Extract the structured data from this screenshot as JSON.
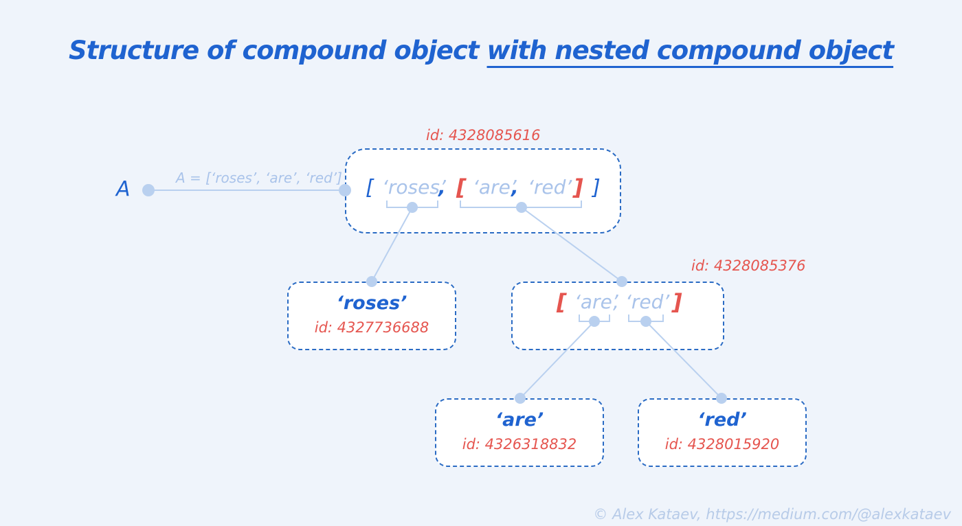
{
  "title": {
    "part1": "Structure of compound object ",
    "part2": "with nested compound object"
  },
  "variable": {
    "name": "A",
    "assignment": "A = [‘roses’, ‘are’, ‘red’]"
  },
  "outer_list": {
    "id_label": "id: 4328085616",
    "open_bracket": "[",
    "close_bracket": "]",
    "item1": "‘roses’",
    "comma1": ",",
    "inner_open": "[",
    "inner_item1": "‘are’",
    "inner_comma": ",",
    "inner_item2": "‘red’",
    "inner_close": "]"
  },
  "inner_list": {
    "id_label": "id: 4328085376",
    "open_bracket": "[",
    "item1": "‘are’",
    "comma": ",",
    "item2": "‘red’",
    "close_bracket": "]"
  },
  "roses_obj": {
    "value": "‘roses’",
    "id_label": "id: 4327736688"
  },
  "are_obj": {
    "value": "‘are’",
    "id_label": "id: 4326318832"
  },
  "red_obj": {
    "value": "‘red’",
    "id_label": "id: 4328015920"
  },
  "copyright": "© Alex Kataev, https://medium.com/@alexkataev",
  "colors": {
    "background": "#eff4fb",
    "accent_blue": "#1f63d0",
    "id_red": "#e5554f",
    "pale_blue": "#a9c3ea",
    "connector": "#b9d0ef"
  }
}
